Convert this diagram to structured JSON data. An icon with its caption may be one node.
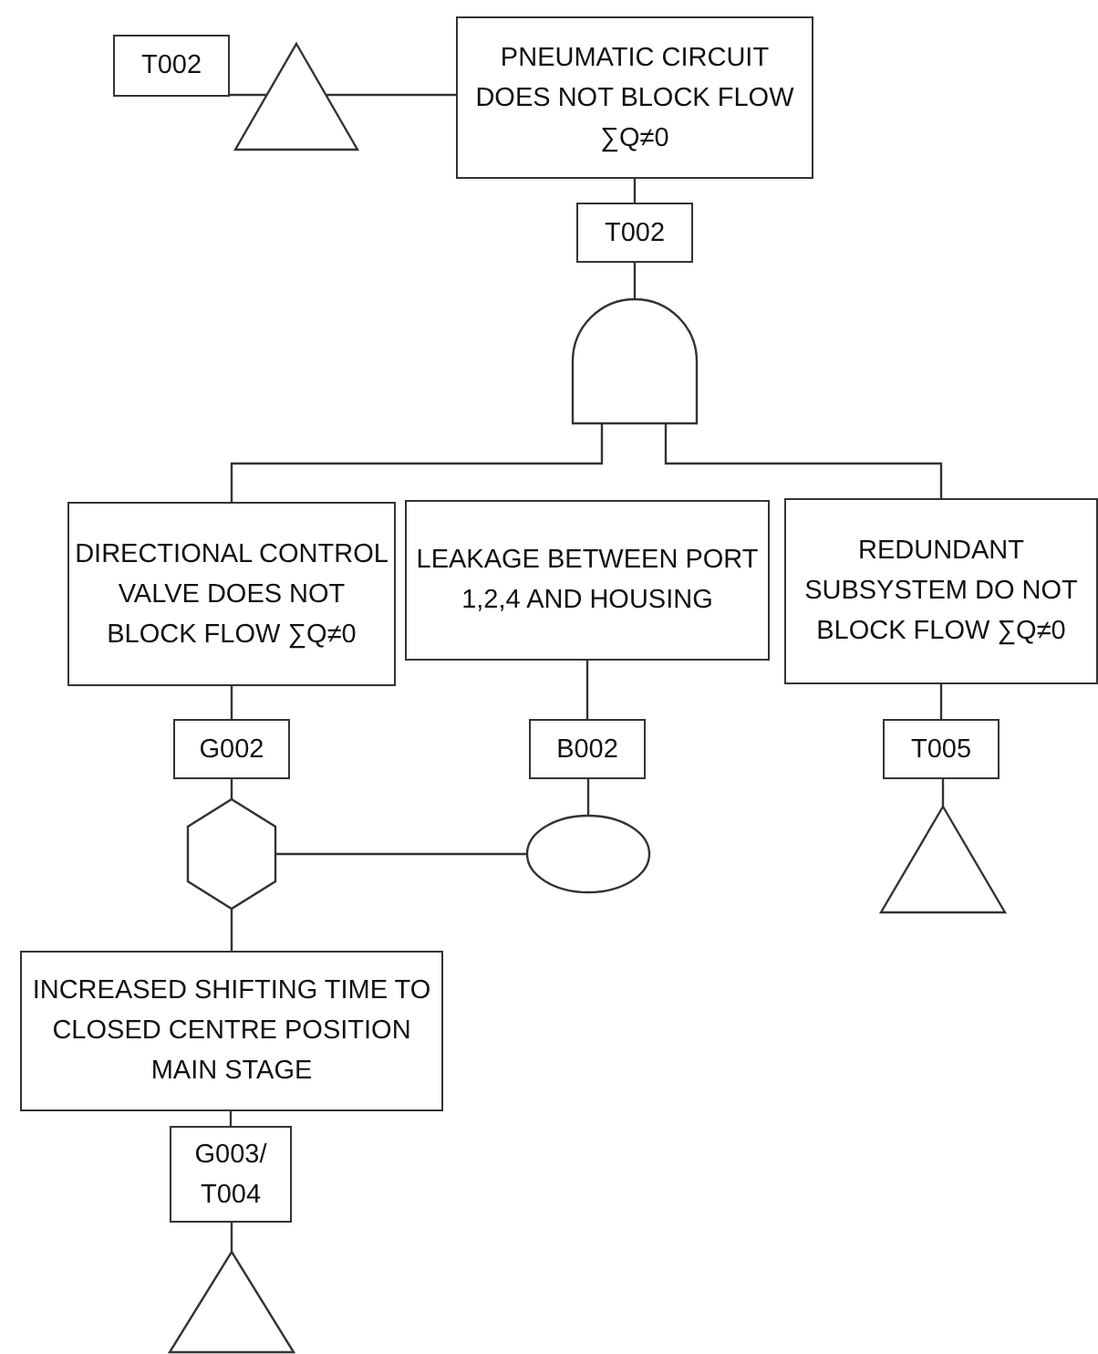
{
  "diagram": {
    "nodes": [
      {
        "text": [
          "T002"
        ]
      },
      {
        "text": [],
        "shape": "triangle"
      },
      {
        "text": [
          "PNEUMATIC CIRCUIT DOES NOT BLOCK FLOW ∑Q≠0"
        ]
      },
      {
        "text": [
          "T002"
        ]
      },
      {
        "text": [],
        "shape": "gate"
      },
      {
        "text": [
          "DIRECTIONAL CONTROL VALVE DOES NOT BLOCK FLOW ∑Q≠0"
        ]
      },
      {
        "text": [
          "LEAKAGE BETWEEN PORT 1,2,4 AND HOUSING"
        ]
      },
      {
        "text": [
          "REDUNDANT SUBSYSTEM DO NOT BLOCK FLOW ∑Q≠0"
        ]
      },
      {
        "text": [
          "G002"
        ]
      },
      {
        "text": [
          "B002"
        ]
      },
      {
        "text": [
          "T005"
        ]
      },
      {
        "text": [],
        "shape": "hexagon"
      },
      {
        "text": [],
        "shape": "ellipse"
      },
      {
        "text": [],
        "shape": "triangle"
      },
      {
        "text": [
          "INCREASED SHIFTING TIME TO CLOSED CENTRE POSITION MAIN STAGE"
        ]
      },
      {
        "text": [
          "G003/ T004"
        ]
      },
      {
        "text": [],
        "shape": "triangle"
      }
    ],
    "edges": [
      {
        "from": 0,
        "to": 1,
        "arrow": "none"
      },
      {
        "from": 1,
        "to": 2,
        "arrow": "none"
      },
      {
        "from": 2,
        "to": 3,
        "arrow": "none"
      },
      {
        "from": 3,
        "to": 4,
        "arrow": "none"
      },
      {
        "from": 4,
        "to": 5,
        "arrow": "none"
      },
      {
        "from": 4,
        "to": 7,
        "arrow": "none"
      },
      {
        "from": 5,
        "to": 8,
        "arrow": "none"
      },
      {
        "from": 6,
        "to": 9,
        "arrow": "none"
      },
      {
        "from": 7,
        "to": 10,
        "arrow": "none"
      },
      {
        "from": 8,
        "to": 11,
        "arrow": "none"
      },
      {
        "from": 9,
        "to": 12,
        "arrow": "none"
      },
      {
        "from": 10,
        "to": 13,
        "arrow": "none"
      },
      {
        "from": 12,
        "to": 11,
        "arrow": "none"
      },
      {
        "from": 11,
        "to": 14,
        "arrow": "none"
      },
      {
        "from": 14,
        "to": 15,
        "arrow": "none"
      },
      {
        "from": 15,
        "to": 16,
        "arrow": "none"
      }
    ]
  }
}
